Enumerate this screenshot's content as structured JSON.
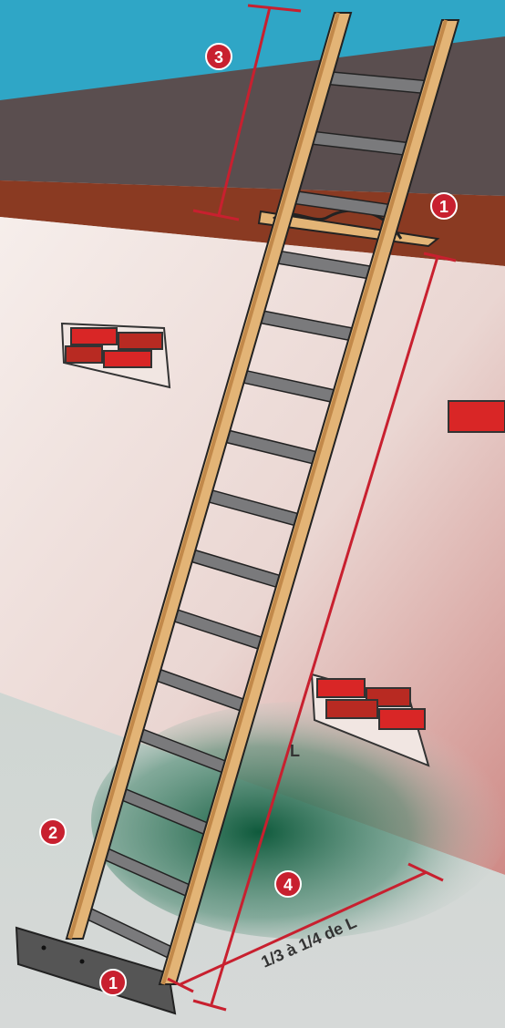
{
  "colors": {
    "sky": "#2fa6c6",
    "roof": "#5a4e4f",
    "gutter": "#8a3a22",
    "wall": "#f1e6e2",
    "ground": "#cfd6d2",
    "ground_shadow": "#0f5a3c",
    "wood": "#e3b476",
    "wood_dark": "#c2894a",
    "rung": "#7a7a7c",
    "brick": "#d92626",
    "measure": "#c8202f",
    "badge": "#c8202f",
    "board": "#555555"
  },
  "badges": [
    "1",
    "2",
    "3",
    "4",
    "1"
  ],
  "labels": {
    "length": "L",
    "ratio": "1/3 à 1/4 de L"
  }
}
